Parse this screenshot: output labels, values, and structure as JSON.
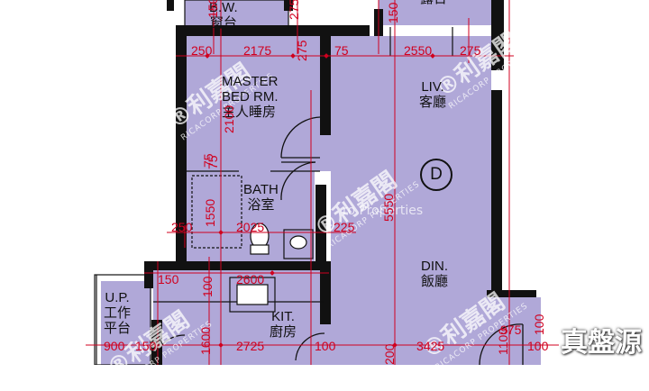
{
  "unit_badge": "D",
  "rooms": {
    "bw": [
      "B.W.",
      "窗台"
    ],
    "top_right": "露台",
    "master": [
      "MASTER",
      "BED RM.",
      "主人睡房"
    ],
    "liv": [
      "LIV.",
      "客廳"
    ],
    "bath": [
      "BATH",
      "浴室"
    ],
    "din": [
      "DIN.",
      "飯廳"
    ],
    "up": [
      "U.P.",
      "工作",
      "平台"
    ],
    "kit": [
      "KIT.",
      "廚房"
    ]
  },
  "dimensions_h": [
    "150",
    "275",
    "150",
    "250",
    "2175",
    "275",
    "75",
    "2550",
    "275",
    "75",
    "250",
    "2025",
    "225",
    "150",
    "2600",
    "900",
    "150",
    "2725",
    "100",
    "3425",
    "975",
    "100"
  ],
  "dimensions_v": [
    "2100",
    "75",
    "1550",
    "5550",
    "100",
    "1600",
    "1100",
    "200",
    "100"
  ],
  "watermark": {
    "name": "利嘉閣",
    "sub": "RICACORP PROPERTIES",
    "partial": "ro Properties"
  },
  "brand": "真盤源"
}
